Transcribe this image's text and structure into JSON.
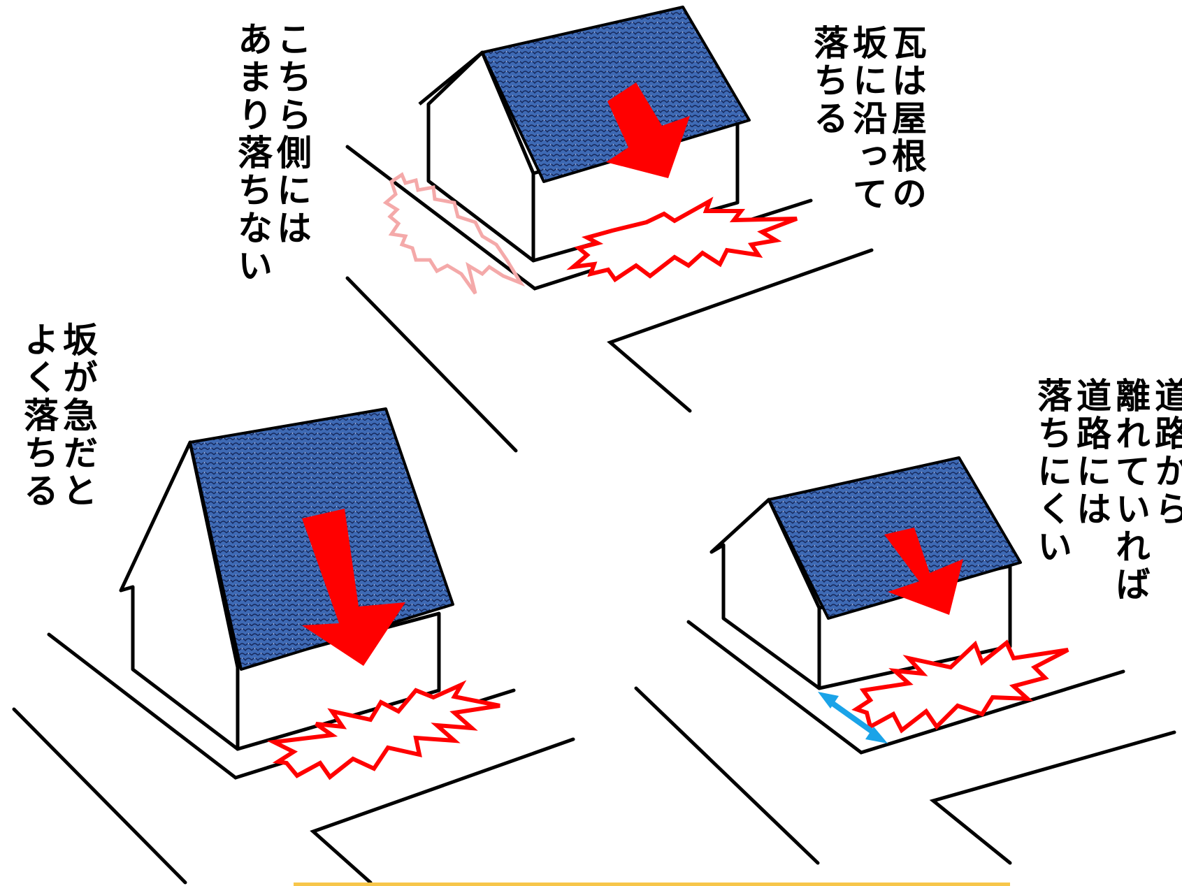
{
  "labels": {
    "top_right": [
      "瓦は屋根の",
      "坂に沿って",
      "落ちる"
    ],
    "top_left": [
      "こちら側には",
      "あまり落ちない"
    ],
    "left": [
      "坂が急だと",
      "よく落ちる"
    ],
    "right": [
      "道路から",
      "離れていれば",
      "道路には",
      "落ちにくい"
    ]
  },
  "colors": {
    "roof": "#3e6ab5",
    "roof_edge": "#1a2f6a",
    "arrow": "#ff0000",
    "burst": "#ff0000",
    "burst_faint": "#f4a9a9",
    "distance_arrow": "#1aa3e8",
    "line": "#000000",
    "bottom_bar": "#f7c64a"
  },
  "icons": {
    "tile": "roof-tile-pattern",
    "fall": "down-arrow-icon",
    "impact": "impact-burst-icon",
    "distance": "double-headed-arrow-icon"
  }
}
